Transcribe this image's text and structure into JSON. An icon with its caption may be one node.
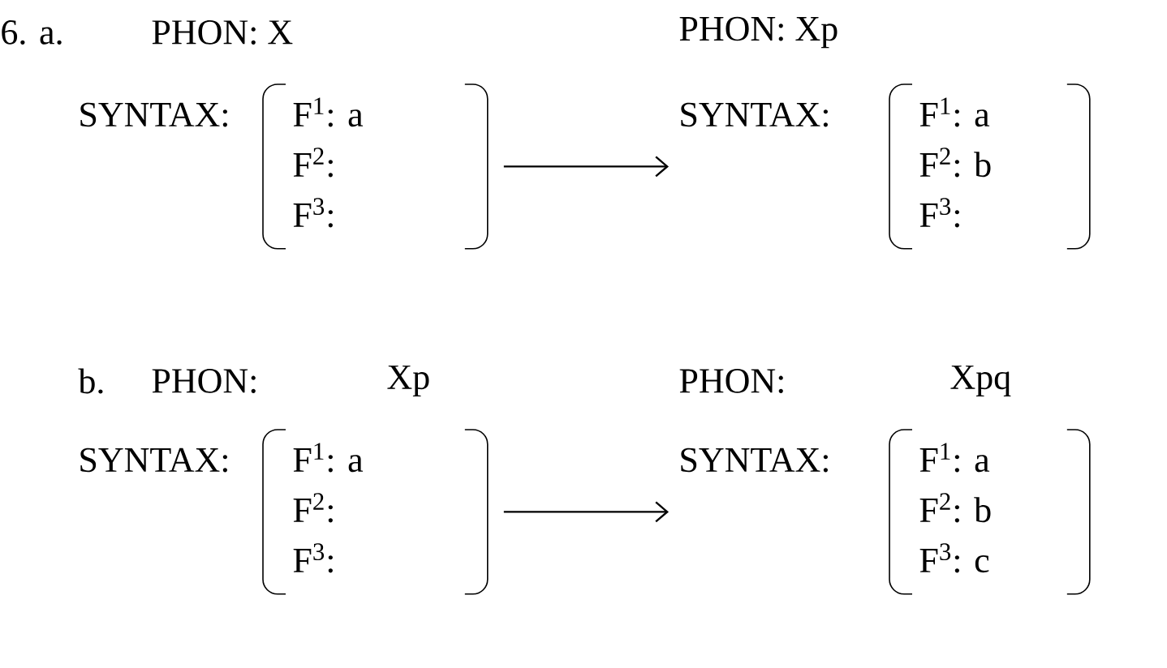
{
  "diagram": {
    "nodes": [
      {
        "text": [
          "SYNTAX:",
          "F$^{1}$: a",
          "F$^{2}$:",
          "F$^{3}$:"
        ]
      },
      {
        "text": [
          "SYNTAX:",
          "F$^{1}$: a",
          "F$^{2}$: b",
          "F$^{3}$:"
        ]
      },
      {
        "text": [
          "SYNTAX:",
          "F$^{1}$: a",
          "F$^{2}$:",
          "F$^{3}$:"
        ]
      },
      {
        "text": [
          "SYNTAX:",
          "F$^{1}$: a",
          "F$^{2}$: b",
          "F$^{3}$:  c"
        ]
      }
    ],
    "edges": [
      {
        "from": 0,
        "to": 1,
        "arrow": "to"
      },
      {
        "from": 2,
        "to": 3,
        "arrow": "to"
      }
    ],
    "labels": [
      "6. a.",
      "PHON: X",
      "PHON: Xp",
      "b.",
      "PHON:",
      "Xp",
      "PHON:",
      "Xpq"
    ]
  }
}
